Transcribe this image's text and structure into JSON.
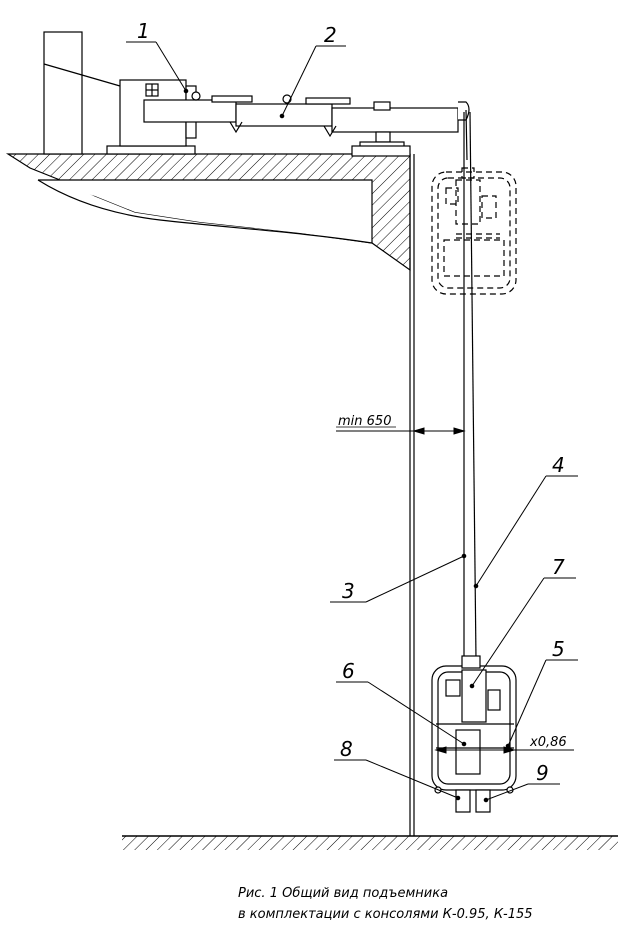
{
  "callouts": {
    "c1": "1",
    "c2": "2",
    "c3": "3",
    "c4": "4",
    "c5": "5",
    "c6": "6",
    "c7": "7",
    "c8": "8",
    "c9": "9"
  },
  "dimensions": {
    "min_clearance": "min 650",
    "x_scale": "x0,86"
  },
  "caption": {
    "line1": "Рис. 1 Общий вид подъемника",
    "line2": "в комплектации с консолями К-0.95, К-155"
  }
}
